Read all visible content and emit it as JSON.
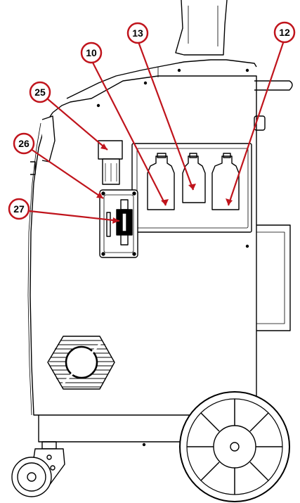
{
  "diagram": {
    "callouts": [
      {
        "id": "c10",
        "label": "10"
      },
      {
        "id": "c13",
        "label": "13"
      },
      {
        "id": "c12",
        "label": "12"
      },
      {
        "id": "c25",
        "label": "25"
      },
      {
        "id": "c26",
        "label": "26"
      },
      {
        "id": "c27",
        "label": "27"
      }
    ],
    "colors": {
      "callout_ring": "#c0141c",
      "line_art": "#000000",
      "background": "#ffffff"
    }
  }
}
